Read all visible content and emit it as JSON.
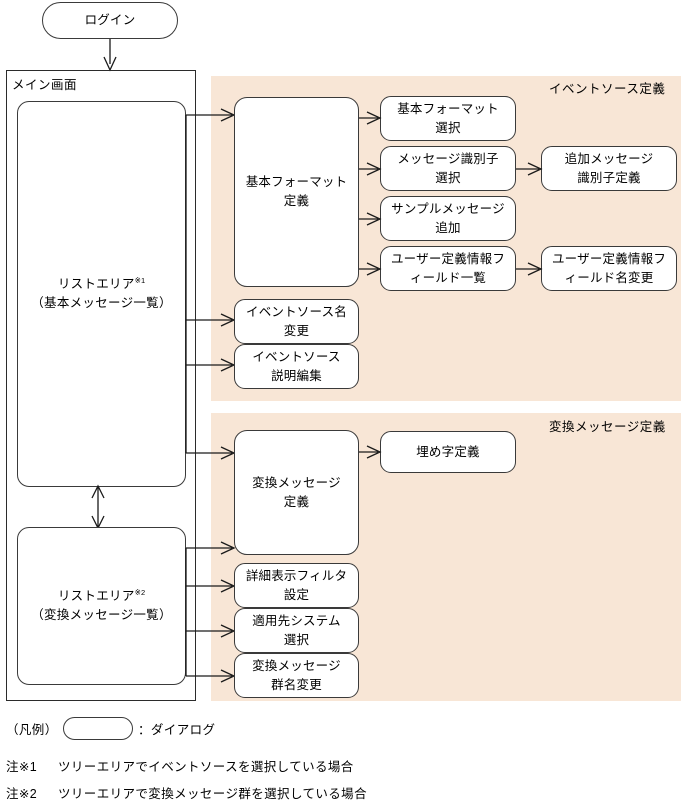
{
  "diagram": {
    "title_nodes": {
      "login": "ログイン",
      "main_screen": "メイン画面"
    },
    "list_areas": [
      {
        "name": "リストエリア",
        "note_mark": "※1",
        "sub": "（基本メッセージ一覧）"
      },
      {
        "name": "リストエリア",
        "note_mark": "※2",
        "sub": "（変換メッセージ一覧）"
      }
    ],
    "panels": [
      {
        "label": "イベントソース定義"
      },
      {
        "label": "変換メッセージ定義"
      }
    ],
    "nodes": {
      "basic_format_definition": "基本フォーマット\n定義",
      "basic_format_select": "基本フォーマット\n選択",
      "message_identifier_select": "メッセージ識別子\n選択",
      "additional_message_identifier_definition": "追加メッセージ\n識別子定義",
      "sample_message_add": "サンプルメッセージ\n追加",
      "user_defined_info_field_list": "ユーザー定義情報フ\nィールド一覧",
      "user_defined_info_field_rename": "ユーザー定義情報フ\nィールド名変更",
      "event_source_rename": "イベントソース名\n変更",
      "event_source_description_edit": "イベントソース\n説明編集",
      "conversion_message_definition": "変換メッセージ\n定義",
      "embedded_char_definition": "埋め字定義",
      "detail_display_filter_setting": "詳細表示フィルタ\n設定",
      "target_system_select": "適用先システム\n選択",
      "conversion_message_group_rename": "変換メッセージ\n群名変更"
    },
    "legend": {
      "prefix": "（凡例）",
      "shape_meaning": "：ダイアログ"
    },
    "notes": [
      {
        "mark": "注※1",
        "text": "ツリーエリアでイベントソースを選択している場合"
      },
      {
        "mark": "注※2",
        "text": "ツリーエリアで変換メッセージ群を選択している場合"
      }
    ],
    "colors": {
      "panel_fill": "#f8e6d6",
      "line": "#1a1a1a",
      "box_border": "#3a3a3a",
      "background": "#ffffff"
    }
  }
}
